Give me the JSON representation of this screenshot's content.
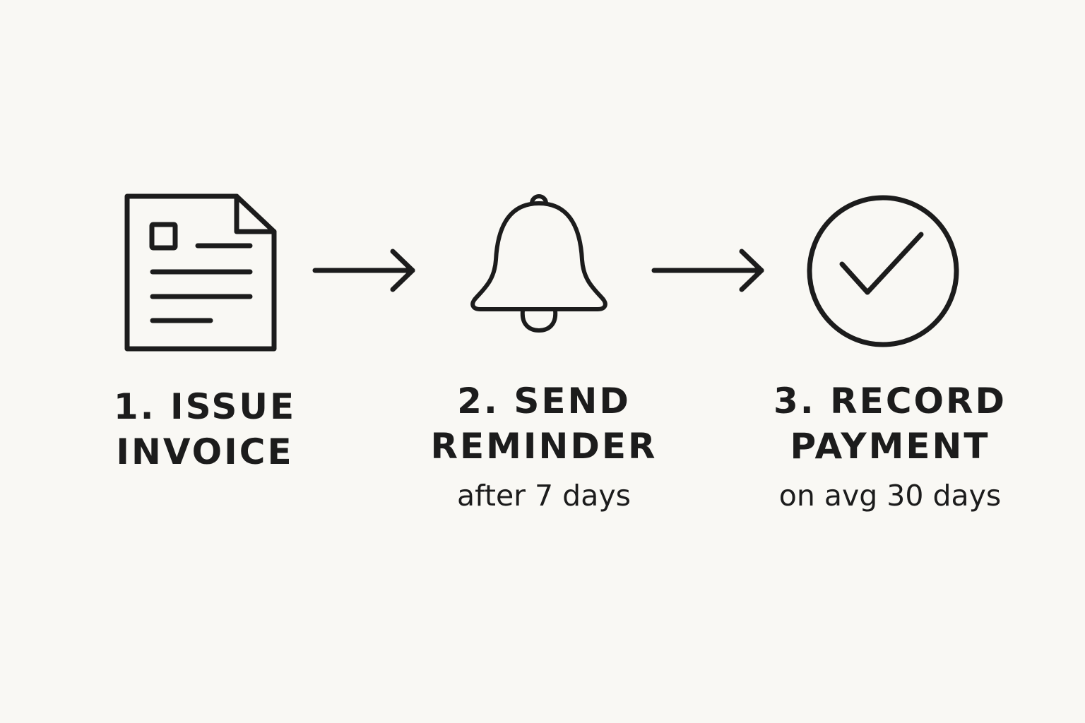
{
  "colors": {
    "background": "#f9f8f4",
    "ink": "#1c1c1c"
  },
  "steps": [
    {
      "icon": "invoice-document-icon",
      "title_line1": "1. ISSUE",
      "title_line2": "INVOICE",
      "subtitle": ""
    },
    {
      "icon": "bell-icon",
      "title_line1": "2. SEND",
      "title_line2": "REMINDER",
      "subtitle": "after 7 days"
    },
    {
      "icon": "check-circle-icon",
      "title_line1": "3. RECORD",
      "title_line2": "PAYMENT",
      "subtitle": "on avg 30 days"
    }
  ],
  "connectors": [
    {
      "from": 1,
      "to": 2,
      "icon": "arrow-right-icon"
    },
    {
      "from": 2,
      "to": 3,
      "icon": "arrow-right-icon"
    }
  ]
}
